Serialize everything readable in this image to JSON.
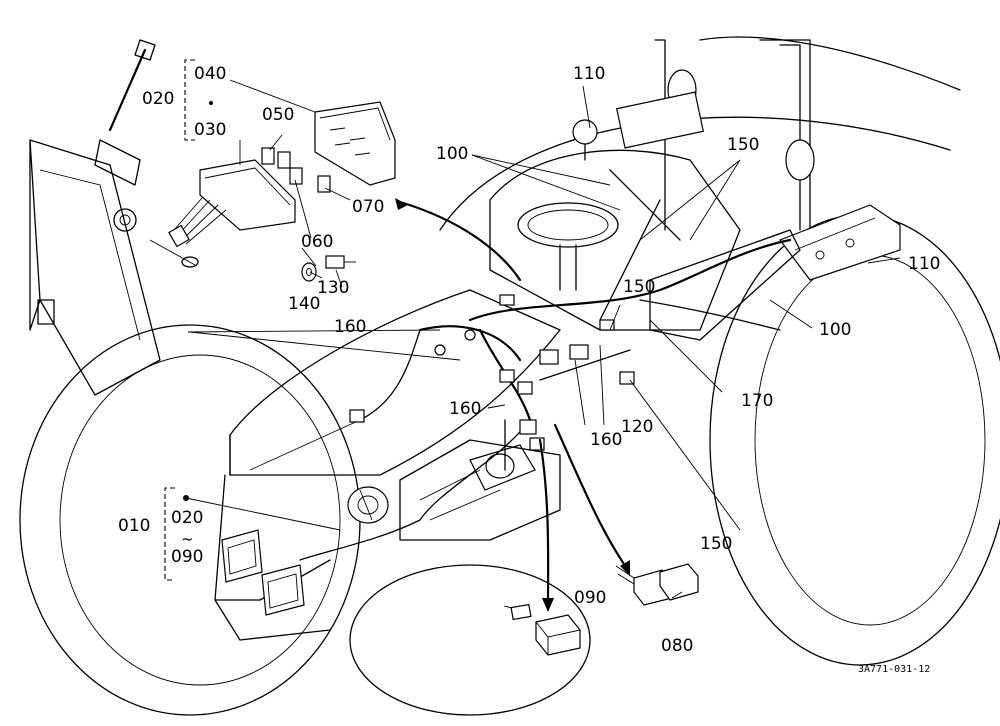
{
  "callouts": {
    "c010": "010",
    "c020_top": "020",
    "c020_bot": "020",
    "c030": "030",
    "c040": "040",
    "c050": "050",
    "c060": "060",
    "c070": "070",
    "c080": "080",
    "c090_a": "090",
    "c090_b": "090",
    "c100_a": "100",
    "c100_b": "100",
    "c110_a": "110",
    "c110_b": "110",
    "c120": "120",
    "c130": "130",
    "c140": "140",
    "c150_a": "150",
    "c150_b": "150",
    "c150_c": "150",
    "c160_a": "160",
    "c160_b": "160",
    "c160_c": "160",
    "c170": "170"
  },
  "range_mark": "~",
  "drawing_code": "3A771-031-12"
}
